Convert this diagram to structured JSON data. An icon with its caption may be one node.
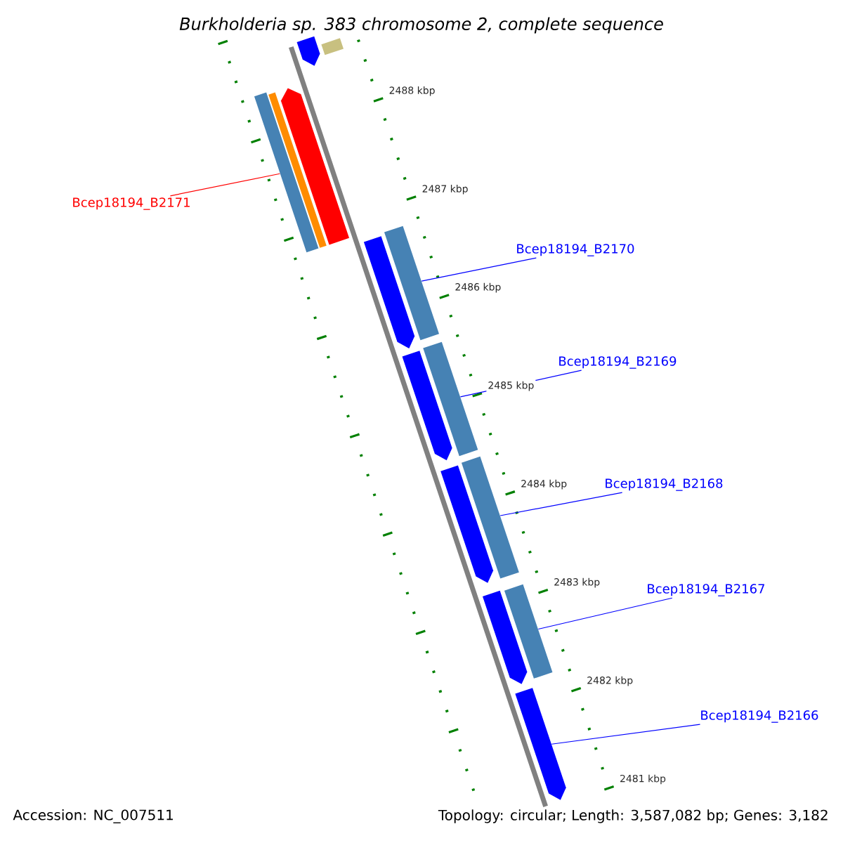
{
  "diagram": {
    "title": "Burkholderia sp. 383 chromosome 2, complete sequence",
    "nodes": [
      {
        "text": [
          "Bcep18194_B2171"
        ]
      },
      {
        "text": [
          "Bcep18194_B2170"
        ]
      },
      {
        "text": [
          "Bcep18194_B2169"
        ]
      },
      {
        "text": [
          "Bcep18194_B2168"
        ]
      },
      {
        "text": [
          "Bcep18194_B2167"
        ]
      },
      {
        "text": [
          "Bcep18194_B2166"
        ]
      },
      {
        "text": [],
        "shape": "arrow"
      },
      {
        "text": [],
        "shape": "bar"
      },
      {
        "text": [],
        "shape": "bar"
      },
      {
        "text": [],
        "shape": "bar"
      },
      {
        "text": [],
        "shape": "arrow"
      },
      {
        "text": [],
        "shape": "arrow"
      },
      {
        "text": [],
        "shape": "bar"
      },
      {
        "text": [],
        "shape": "arrow"
      },
      {
        "text": [],
        "shape": "bar"
      },
      {
        "text": [],
        "shape": "arrow"
      },
      {
        "text": [],
        "shape": "bar"
      },
      {
        "text": [],
        "shape": "arrow"
      },
      {
        "text": [],
        "shape": "bar"
      },
      {
        "text": [],
        "shape": "arrow"
      }
    ],
    "edges": [
      {
        "from": 0,
        "to": 8,
        "arrow": "none",
        "color": "#ff0000"
      },
      {
        "from": 1,
        "to": 12,
        "arrow": "none"
      },
      {
        "from": 2,
        "to": 14,
        "arrow": "none"
      },
      {
        "from": 3,
        "to": 16,
        "arrow": "none"
      },
      {
        "from": 4,
        "to": 18,
        "arrow": "none"
      },
      {
        "from": 5,
        "to": 19,
        "arrow": "none"
      }
    ],
    "labels": [
      "2488 kbp",
      "2487 kbp",
      "2486 kbp",
      "2485 kbp",
      "2484 kbp",
      "2483 kbp",
      "2482 kbp",
      "2481 kbp",
      "Accession: NC_007511",
      "Topology: circular; Length: 3,587,082 bp; Genes: 3,182"
    ]
  }
}
